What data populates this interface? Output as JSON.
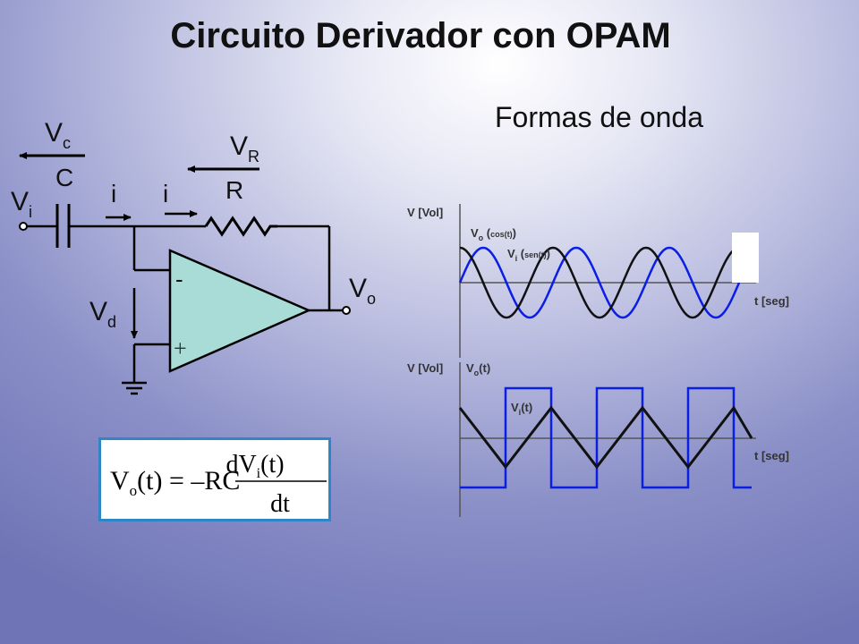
{
  "title": "Circuito Derivador con OPAM",
  "subtitle": "Formas de onda",
  "circuit": {
    "vc": {
      "main": "V",
      "sub": "c"
    },
    "c": "C",
    "vr": {
      "main": "V",
      "sub": "R"
    },
    "r": "R",
    "vi": {
      "main": "V",
      "sub": "i"
    },
    "i1": "i",
    "i2": "i",
    "minus": "-",
    "plus": "+",
    "vd": {
      "main": "V",
      "sub": "d"
    },
    "vo": {
      "main": "V",
      "sub": "o"
    }
  },
  "formula": {
    "lhs": "V",
    "lhs_sub": "o",
    "lhs_arg": "(t) = –RC",
    "num": "dV",
    "num_sub": "i",
    "num_arg": "(t)",
    "den": "dt"
  },
  "graph_top": {
    "ylabel": "V [Vol]",
    "xlabel": "t [seg]",
    "vo_label": {
      "main": "V",
      "sub": "o",
      "arg_open": " (",
      "arg": "cos(t)",
      "arg_close": ")"
    },
    "vi_label": {
      "main": "V",
      "sub": "i",
      "arg_open": " (",
      "arg": "sen(t)",
      "arg_close": ")"
    },
    "colors": {
      "vi": "#0b1ee6",
      "vo": "#111111"
    }
  },
  "graph_bottom": {
    "ylabel": "V [Vol]",
    "xlabel": "t [seg]",
    "vo_label": {
      "main": "V",
      "sub": "o",
      "arg": "(t)"
    },
    "vi_label": {
      "main": "V",
      "sub": "i",
      "arg": "(t)"
    },
    "colors": {
      "vi": "#111111",
      "vo": "#0b1ee6"
    }
  }
}
